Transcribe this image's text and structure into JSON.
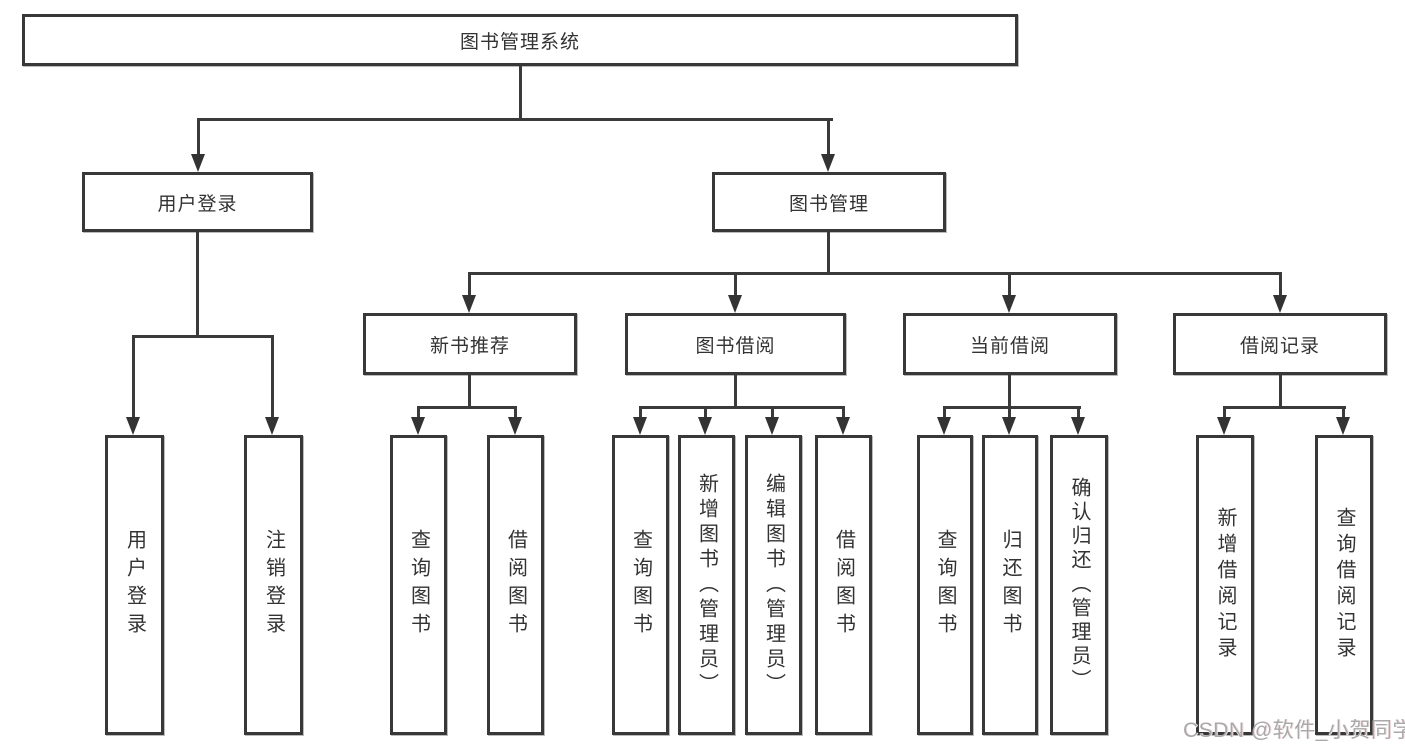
{
  "diagram": {
    "root": {
      "label": "图书管理系统"
    },
    "level2": {
      "user_login": {
        "label": "用户登录"
      },
      "book_management": {
        "label": "图书管理"
      }
    },
    "level3": {
      "new_book_recommend": {
        "label": "新书推荐"
      },
      "book_borrow": {
        "label": "图书借阅"
      },
      "current_borrow": {
        "label": "当前借阅"
      },
      "borrow_record": {
        "label": "借阅记录"
      }
    },
    "leaves": {
      "user_login_leaf": {
        "label": "用户登录"
      },
      "logout": {
        "label": "注销登录"
      },
      "rec_query_book": {
        "label": "查询图书"
      },
      "rec_borrow_book": {
        "label": "借阅图书"
      },
      "bb_query_book": {
        "label": "查询图书"
      },
      "bb_add_book_admin": {
        "label": "新增图书（管理员）"
      },
      "bb_edit_book_admin": {
        "label": "编辑图书（管理员）"
      },
      "bb_borrow_book": {
        "label": "借阅图书"
      },
      "cb_query_book": {
        "label": "查询图书"
      },
      "cb_return_book": {
        "label": "归还图书"
      },
      "cb_confirm_return_admin": {
        "label": "确认归还（管理员）"
      },
      "br_add_record": {
        "label": "新增借阅记录"
      },
      "br_query_record": {
        "label": "查询借阅记录"
      }
    }
  },
  "watermark": {
    "text": "CSDN @软件_小贺同学"
  },
  "colors": {
    "line": "#3a3a3a",
    "text": "#333333",
    "background": "#ffffff",
    "watermark": "#a9a9a9"
  }
}
